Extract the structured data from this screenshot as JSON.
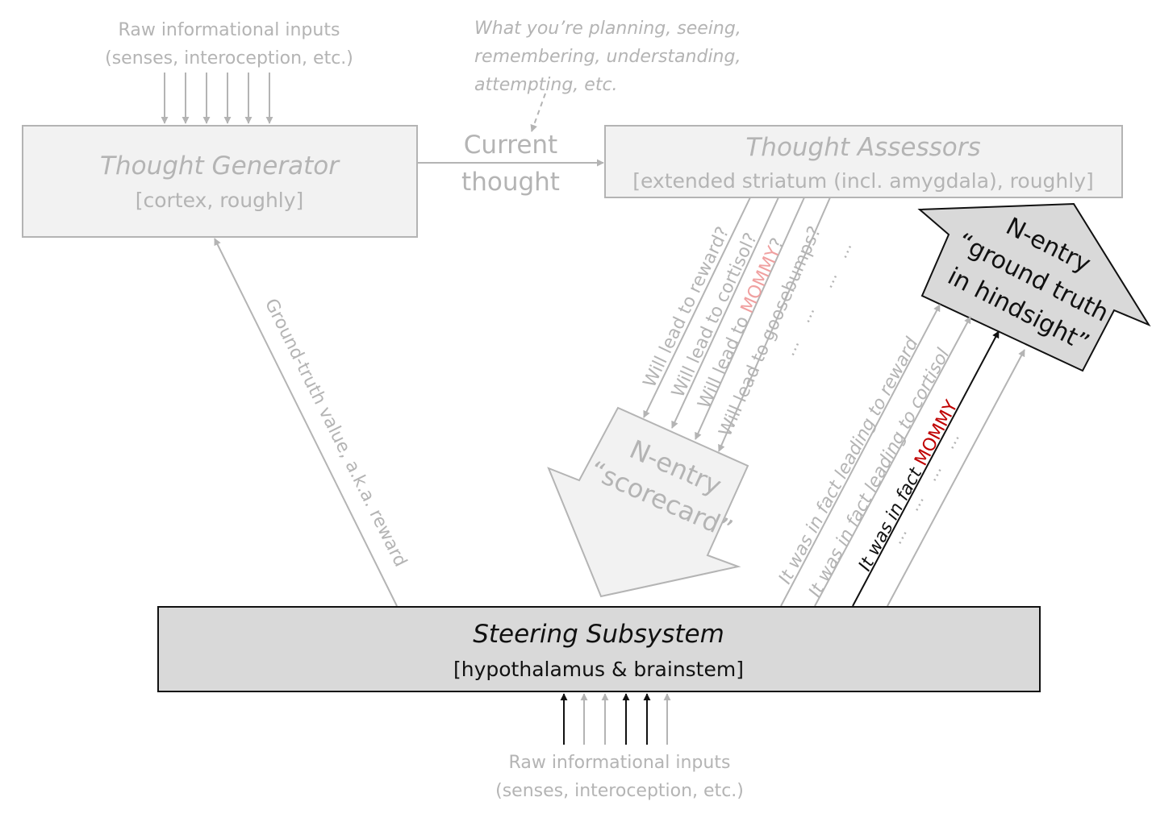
{
  "top_inputs": {
    "line1": "Raw informational inputs",
    "line2": "(senses, interoception, etc.)"
  },
  "context_note": {
    "line1": "What you’re planning, seeing,",
    "line2": "remembering, understanding,",
    "line3": "attempting, etc."
  },
  "thought_generator": {
    "title": "Thought Generator",
    "subtitle": "[cortex, roughly]"
  },
  "current_thought": {
    "line1": "Current",
    "line2": "thought"
  },
  "thought_assessors": {
    "title": "Thought Assessors",
    "subtitle": "[extended striatum (incl. amygdala), roughly]"
  },
  "reward_arrow_label": "Ground-truth value, a.k.a. reward",
  "assessor_outputs": {
    "reward": "Will lead to reward?",
    "cortisol": "Will lead to cortisol?",
    "mommy_prefix": "Will lead to ",
    "mommy_word": "MOMMY",
    "mommy_suffix": "?",
    "goosebumps": "Will lead to goosebumps?",
    "ellipsis": "…"
  },
  "scorecard": {
    "line1": "N-entry",
    "line2": "“scorecard”"
  },
  "ground_truth": {
    "line1": "N-entry",
    "line2": "“ground truth",
    "line3": "in hindsight”"
  },
  "hindsight_labels": {
    "reward": "It was in fact leading to reward",
    "cortisol": "It was in fact leading to cortisol",
    "mommy_prefix": "It was in fact ",
    "mommy_word": "MOMMY",
    "ellipsis": "…"
  },
  "steering_subsystem": {
    "title": "Steering Subsystem",
    "subtitle": "[hypothalamus & brainstem]"
  },
  "bottom_inputs": {
    "line1": "Raw informational inputs",
    "line2": "(senses, interoception, etc.)"
  },
  "colors": {
    "light_gray_text": "#b4b4b4",
    "box_fill_light": "#f2f2f2",
    "box_fill_dark": "#d9d9d9",
    "mommy_pink": "#f0a0a0",
    "mommy_red": "#c00000",
    "dark": "#111111"
  }
}
